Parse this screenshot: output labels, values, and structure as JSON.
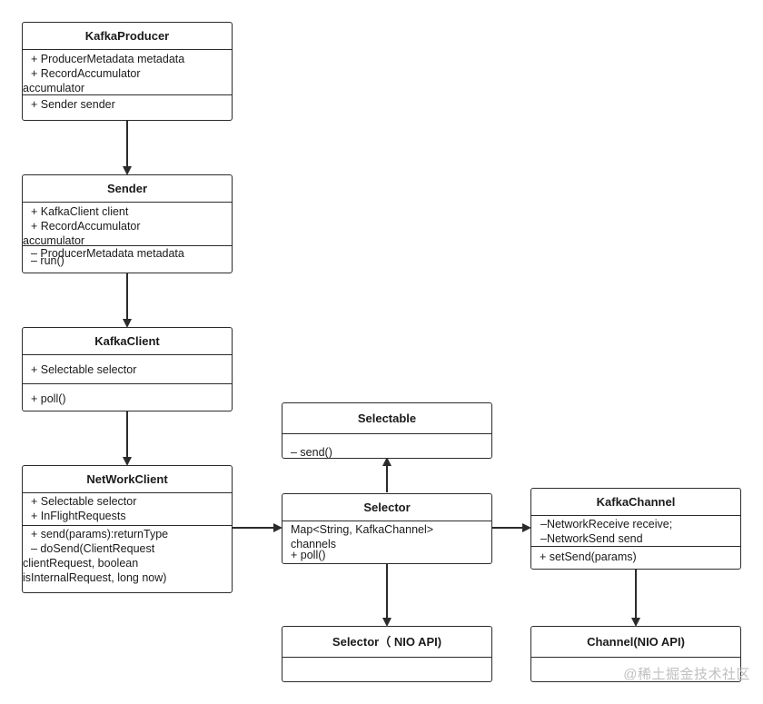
{
  "classes": {
    "kafka_producer": {
      "title": "KafkaProducer",
      "attributes": [
        "+ ProducerMetadata metadata",
        "+ RecordAccumulator",
        "accumulator"
      ],
      "methods": [
        "+ Sender sender"
      ]
    },
    "sender": {
      "title": "Sender",
      "attributes": [
        "+ KafkaClient client",
        "+ RecordAccumulator",
        "accumulator"
      ],
      "methods": [
        "– ProducerMetadata metadata",
        "– run()"
      ]
    },
    "kafka_client": {
      "title": "KafkaClient",
      "attributes": [
        "+ Selectable selector"
      ],
      "methods": [
        "+ poll()"
      ]
    },
    "network_client": {
      "title": "NetWorkClient",
      "attributes": [
        "+ Selectable selector",
        "+ InFlightRequests"
      ],
      "methods": [
        "+ send(params):returnType",
        "– doSend(ClientRequest",
        "clientRequest, boolean",
        "isInternalRequest, long now)"
      ]
    },
    "selectable": {
      "title": "Selectable",
      "attributes": [],
      "methods": [
        "– send()"
      ]
    },
    "selector": {
      "title": "Selector",
      "attributes": [
        "Map<String, KafkaChannel>",
        "channels",
        "+ poll()"
      ],
      "methods": []
    },
    "kafka_channel": {
      "title": "KafkaChannel",
      "attributes": [
        "–NetworkReceive receive;",
        "–NetworkSend send"
      ],
      "methods": [
        "+ setSend(params)"
      ]
    },
    "selector_nio": {
      "title": "Selector（ NIO API)",
      "attributes": []
    },
    "channel_nio": {
      "title": "Channel(NIO API)",
      "attributes": []
    }
  },
  "watermark": "@稀土掘金技术社区",
  "colors": {
    "line": "#2b2b2b",
    "watermark": "#bfbfbf"
  }
}
